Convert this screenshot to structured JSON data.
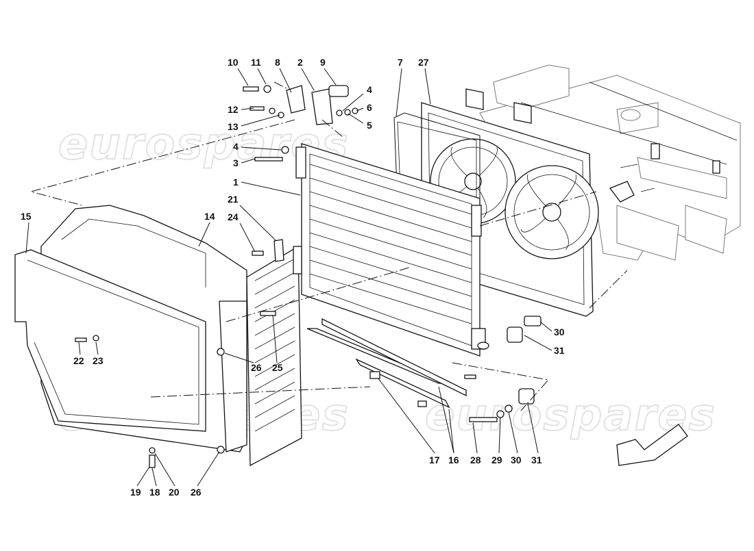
{
  "watermark": "eurospares",
  "callouts": [
    "10",
    "11",
    "8",
    "2",
    "9",
    "4",
    "6",
    "5",
    "12",
    "13",
    "4",
    "3",
    "1",
    "21",
    "24",
    "15",
    "14",
    "22",
    "23",
    "26",
    "25",
    "7",
    "27",
    "30",
    "31",
    "17",
    "16",
    "28",
    "29",
    "30",
    "31",
    "19",
    "18",
    "20",
    "26"
  ],
  "direction_arrow": "front-direction-arrow"
}
